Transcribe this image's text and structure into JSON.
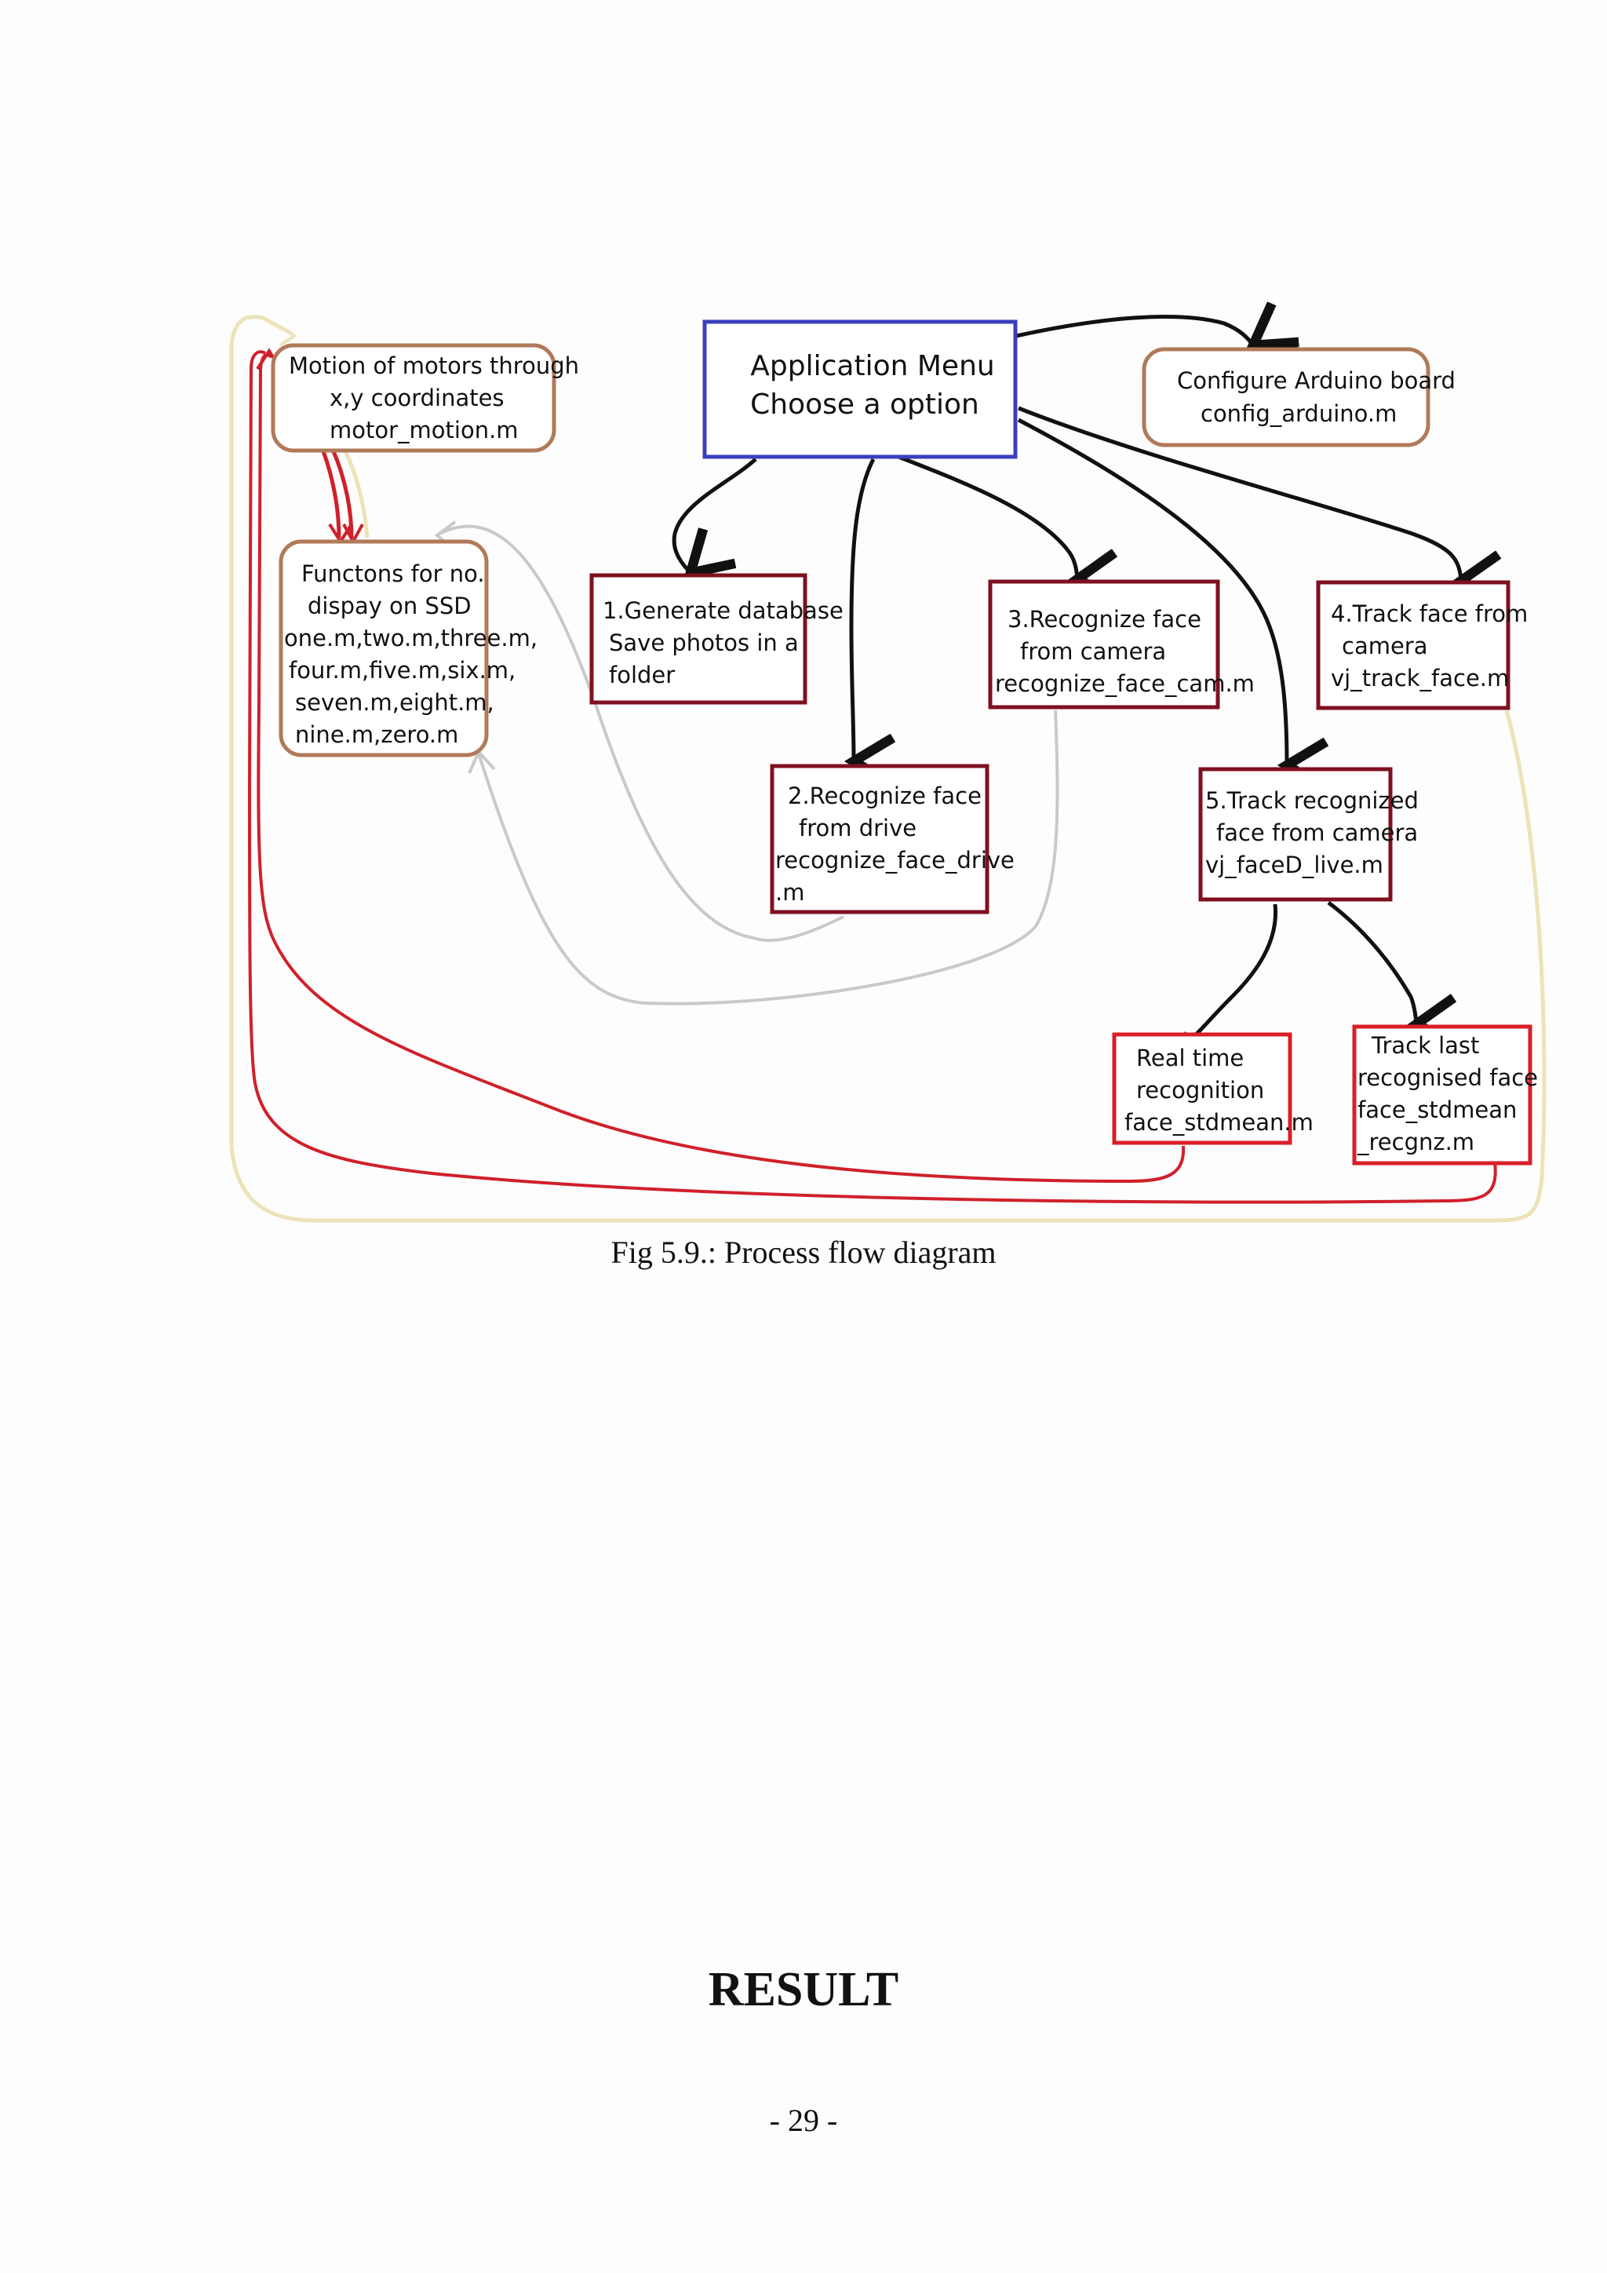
{
  "diagram": {
    "menu": {
      "line1": "Application Menu",
      "line2": "Choose a option"
    },
    "configure": {
      "line1": "Configure Arduino board",
      "line2": "config_arduino.m"
    },
    "motor": {
      "line1": "Motion of motors through",
      "line2": "x,y coordinates",
      "line3": "motor_motion.m"
    },
    "functions": {
      "line1": "Functons for no.",
      "line2": "dispay on SSD",
      "line3": "one.m,two.m,three.m,",
      "line4": "four.m,five.m,six.m,",
      "line5": "seven.m,eight.m,",
      "line6": "nine.m,zero.m"
    },
    "generate": {
      "line1": "1.Generate database",
      "line2": "Save photos in a",
      "line3": "folder"
    },
    "drive": {
      "line1": "2.Recognize face",
      "line2": "from drive",
      "line3": "recognize_face_drive",
      "line4": ".m"
    },
    "camera": {
      "line1": "3.Recognize face",
      "line2": "from camera",
      "line3": "recognize_face_cam.m"
    },
    "track": {
      "line1": "4.Track face from",
      "line2": "camera",
      "line3": "vj_track_face.m"
    },
    "track_recognized": {
      "line1": "5.Track recognized",
      "line2": "face from camera",
      "line3": "vj_faceD_live.m"
    },
    "realtime": {
      "line1": "Real time",
      "line2": "recognition",
      "line3": "face_stdmean.m"
    },
    "tracklast": {
      "line1": "Track last",
      "line2": "recognised face",
      "line3": "face_stdmean",
      "line4": "_recgnz.m"
    }
  },
  "colors": {
    "menu_border": "#3a3fbf",
    "brown_box": "#b07a5a",
    "dark_red_box": "#7f1020",
    "red_box": "#d81f2a",
    "red_arrow": "#d0202a",
    "beige_arrow": "#ece3b8",
    "gray_arrow": "#c9c9c9",
    "black_arrow": "#111111"
  },
  "caption": "Fig 5.9.: Process flow diagram",
  "heading": "RESULT",
  "page_number": "- 29 -"
}
